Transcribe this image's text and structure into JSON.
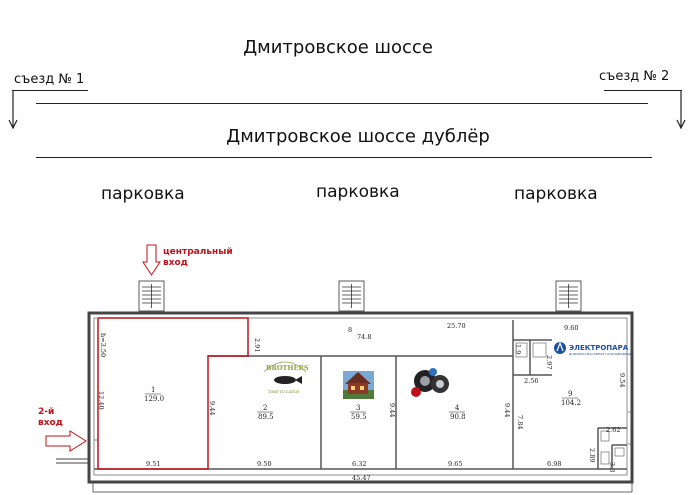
{
  "road": {
    "main": "Дмитровское шоссе",
    "doubler": "Дмитровское шоссе дублёр"
  },
  "exits": {
    "left": "съезд № 1",
    "right": "съезд № 2"
  },
  "parking": [
    "парковка",
    "парковка",
    "парковка"
  ],
  "entrances": {
    "central_line1": "центральный",
    "central_line2": "вход",
    "second_line1": "2-й",
    "second_line2": "вход"
  },
  "rooms": [
    {
      "number": "1",
      "area": "129.0"
    },
    {
      "number": "2",
      "area": "89.5"
    },
    {
      "number": "3",
      "area": "59.5"
    },
    {
      "number": "4",
      "area": "90.8"
    },
    {
      "number": "9",
      "area": "104.2"
    }
  ],
  "dimensions": {
    "top_left_small": "h=3.50",
    "left_height": "12.40",
    "corridor_area": "74.8",
    "corridor_num": "8",
    "top_25_70": "25.70",
    "top_9_60": "9.60",
    "d_2_91": "2.91",
    "d_9_44_a": "9.44",
    "d_9_44_b": "9.44",
    "d_9_44_c": "9.44",
    "d_7_84": "7.84",
    "d_2_97": "2.97",
    "d_2_56": "2.56",
    "d_9_54": "9.54",
    "d_2_62": "2.62",
    "d_2_89": "2.89",
    "d_1_9": "1.9",
    "d_3_3": "3.3",
    "bottom_9_51": "9.51",
    "bottom_9_50": "9.50",
    "bottom_6_32": "6.32",
    "bottom_9_65": "9.65",
    "bottom_6_98": "6.98",
    "bottom_total": "45.47"
  },
  "tenants": {
    "brothers": "BROTHERS",
    "brothers_sub": "TIME TO CATCH",
    "electro": "ЭЛЕКТРОПАРА",
    "electro_sub": "ДОРОЖНО-МАСЛЯНАЯ ГАЗОПОВОДНЫЙ"
  },
  "colors": {
    "entrance_red": "#c0111a",
    "electro_blue": "#1d4fa0",
    "brothers_green": "#8aa63c"
  }
}
